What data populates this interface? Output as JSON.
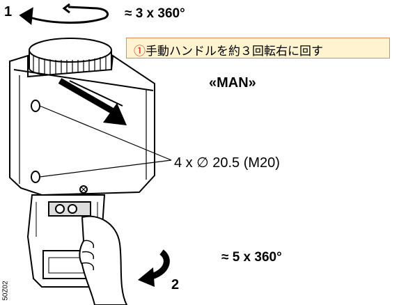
{
  "labels": {
    "step1": "1",
    "turns_top": "≈ 3 x 360°",
    "note_circle": "①",
    "note_text": "手動ハンドルを約３回転右に回す",
    "mode": "«MAN»",
    "cable_entries": "4 x ∅ 20.5 (M20)",
    "turns_bottom": "≈ 5 x 360°",
    "step2": "2",
    "figure_id": "50Z02"
  },
  "colors": {
    "note_fill": "#fff4cf",
    "note_border": "#e08a57",
    "note_circle": "#e0201a"
  },
  "icons": {
    "rotate_top": "curved-arrow-left-icon",
    "rotate_bottom": "curved-arrow-down-icon",
    "pull_direction": "diagonal-arrow-icon"
  }
}
